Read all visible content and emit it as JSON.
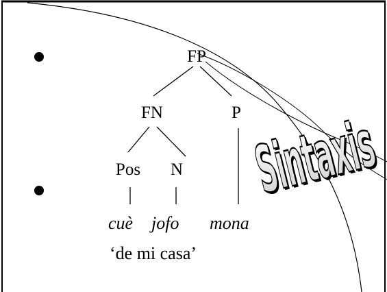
{
  "slide": {
    "colors": {
      "background": "#ffffff",
      "ink": "#000000"
    }
  },
  "bullets": [
    {
      "icon": "bullet-dot"
    },
    {
      "icon": "bullet-dot"
    }
  ],
  "tree": {
    "root": "FP",
    "fn": "FN",
    "p": "P",
    "pos": "Pos",
    "n": "N"
  },
  "words": {
    "w1": "cuè",
    "w2": "jofo",
    "w3": "mona"
  },
  "gloss": "‘de mi casa’",
  "wordart": "Sintaxis"
}
